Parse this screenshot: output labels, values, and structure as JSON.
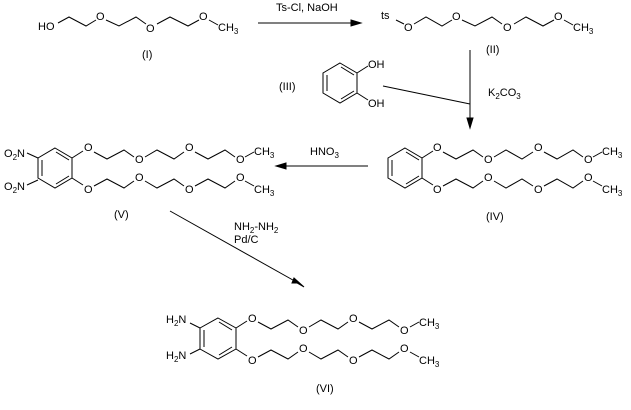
{
  "title": "Synthesis of 4,5-bis(tetraethylene glycol monomethyl ether)-1,2-phenylenediamine",
  "compounds": {
    "I": {
      "label": "(I)",
      "start_group": "HO",
      "end_group": "CH",
      "end_sub": "3",
      "ether_o": "O"
    },
    "II": {
      "label": "(II)",
      "start_group": "ts",
      "end_group": "CH",
      "end_sub": "3",
      "ether_o": "O"
    },
    "III": {
      "label": "(III)",
      "oh": "OH"
    },
    "IV": {
      "label": "(IV)",
      "end_group": "CH",
      "end_sub": "3",
      "ether_o": "O"
    },
    "V": {
      "label": "(V)",
      "nitro": "O",
      "nitro_sub": "2",
      "nitro_n": "N",
      "end_group": "CH",
      "end_sub": "3",
      "ether_o": "O"
    },
    "VI": {
      "label": "(VI)",
      "amine_h": "H",
      "amine_sub": "2",
      "amine_n": "N",
      "end_group": "CH",
      "end_sub": "3",
      "ether_o": "O"
    }
  },
  "reagents": {
    "step1": "Ts-Cl,  NaOH",
    "step2_main": "K",
    "step2_sub1": "2",
    "step2_mid": "CO",
    "step2_sub2": "3",
    "step3_main": "HNO",
    "step3_sub": "3",
    "step4_line1_a": "NH",
    "step4_line1_sub1": "2",
    "step4_line1_b": "-NH",
    "step4_line1_sub2": "2",
    "step4_line2": "Pd/C"
  }
}
